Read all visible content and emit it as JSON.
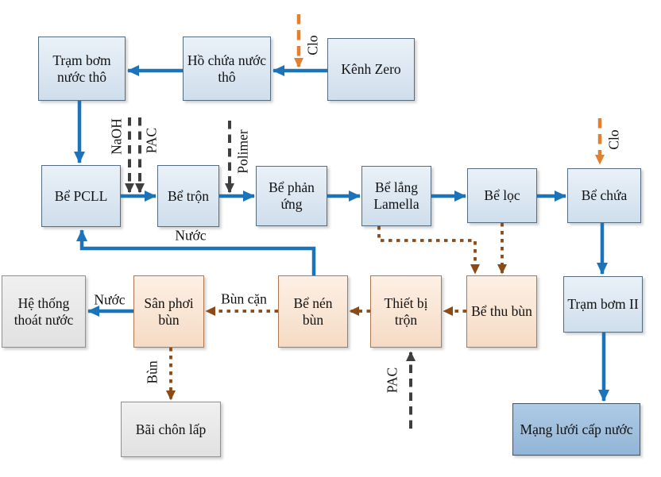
{
  "nodes": {
    "tram_bom_tho": "Trạm bơm nước thô",
    "ho_chua_tho": "Hồ chứa nước thô",
    "kenh_zero": "Kênh Zero",
    "be_pcll": "Bể PCLL",
    "be_tron": "Bể trộn",
    "be_phan_ung": "Bể phản ứng",
    "be_lang_lamella": "Bể lắng Lamella",
    "be_loc": "Bể lọc",
    "be_chua": "Bể chứa",
    "he_thong_thoat_nuoc": "Hệ thống thoát nước",
    "san_phoi_bun": "Sân phơi bùn",
    "be_nen_bun": "Bể nén bùn",
    "thiet_bi_tron": "Thiết bị trộn",
    "be_thu_bun": "Bể thu bùn",
    "tram_bom_2": "Trạm bơm II",
    "bai_chon_lap": "Bãi chôn lấp",
    "mang_luoi_cap_nuoc": "Mạng lưới cấp nước"
  },
  "flow_labels": {
    "clo_top": "Clo",
    "clo_right": "Clo",
    "naoh": "NaOH",
    "pac_top": "PAC",
    "polimer": "Polimer",
    "nuoc_return": "Nước",
    "nuoc_left": "Nước",
    "bun_can": "Bùn cặn",
    "bun": "Bùn",
    "pac_bottom": "PAC"
  },
  "colors": {
    "water_line": "#1b74ba",
    "sludge_line": "#8c4a17",
    "chemical_line": "#3f3f3f",
    "chlorine_line": "#e2802f",
    "box_blue_fill": "#d9e4f0",
    "box_orange_fill": "#fbe5d5",
    "box_gray_fill": "#ebebeb",
    "box_darkblue_fill": "#a3c2e0"
  }
}
